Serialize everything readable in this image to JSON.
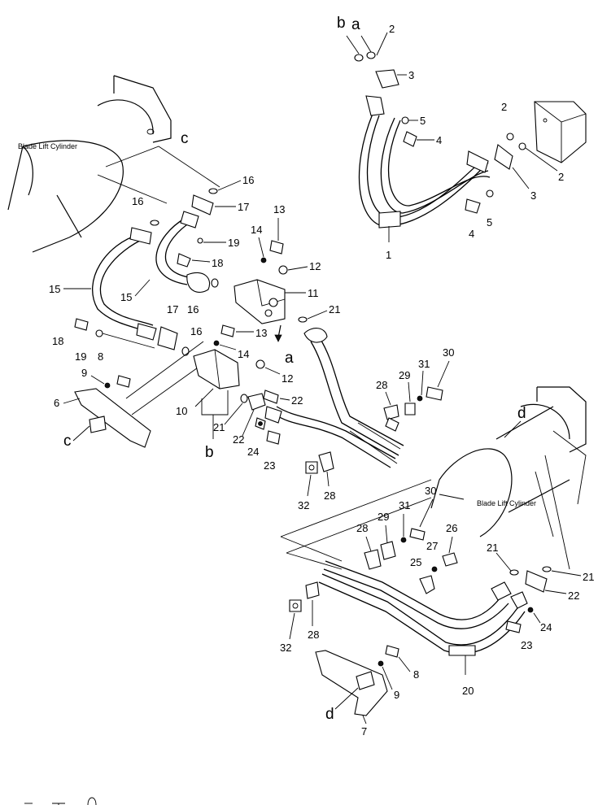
{
  "labels": {
    "cylinder_left": "Blade Lift Cylinder",
    "cylinder_right": "Blade Lift Cylinder",
    "letters": {
      "a_top": "a",
      "b_top": "b",
      "a_mid": "a",
      "b_mid": "b",
      "c_top": "c",
      "c_bottom": "c",
      "d_top": "d",
      "d_bottom": "d"
    },
    "callouts": {
      "n1": "1",
      "n2_top": "2",
      "n2_mid": "2",
      "n2_right": "2",
      "n3_top": "3",
      "n3_right": "3",
      "n4_top": "4",
      "n4_bottom": "4",
      "n5_top": "5",
      "n5_bottom": "5",
      "n6": "6",
      "n7": "7",
      "n8_left": "8",
      "n8_right": "8",
      "n9_left": "9",
      "n9_right": "9",
      "n10": "10",
      "n11": "11",
      "n12_top": "12",
      "n12_mid": "12",
      "n13_top": "13",
      "n13_mid": "13",
      "n14_top": "14",
      "n14_mid": "14",
      "n15_left": "15",
      "n15_mid": "15",
      "n16_top": "16",
      "n16_a": "16",
      "n16_b": "16",
      "n16_c": "16",
      "n17_top": "17",
      "n17_mid": "17",
      "n18_top": "18",
      "n18_left": "18",
      "n19_top": "19",
      "n19_left": "19",
      "n20": "20",
      "n21_left": "21",
      "n21_mid": "21",
      "n21_cyl": "21",
      "n21_right": "21",
      "n22_left": "22",
      "n22_mid": "22",
      "n22_right": "22",
      "n23_left": "23",
      "n23_right": "23",
      "n24_left": "24",
      "n24_right": "24",
      "n25": "25",
      "n26": "26",
      "n27": "27",
      "n28_top": "28",
      "n28_mid": "28",
      "n28_lower": "28",
      "n28_bottom": "28",
      "n29_top": "29",
      "n29_bottom": "29",
      "n30_top": "30",
      "n30_bottom": "30",
      "n31_top": "31",
      "n31_bottom": "31",
      "n32_left": "32",
      "n32_bottom": "32"
    }
  }
}
